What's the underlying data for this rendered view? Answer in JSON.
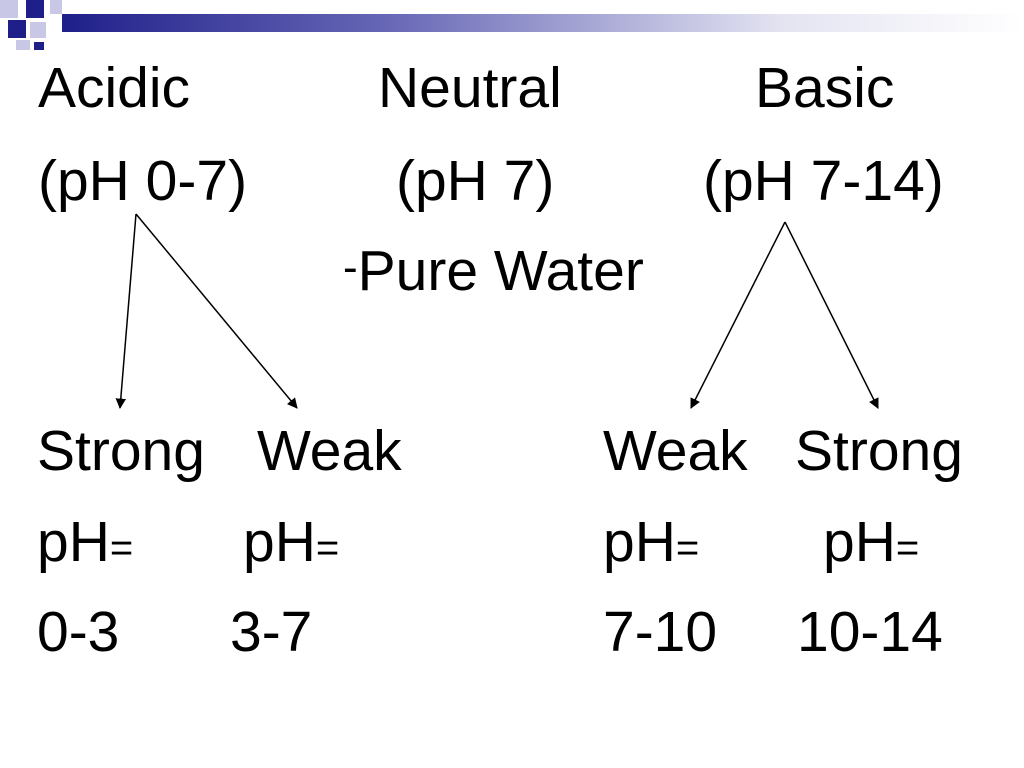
{
  "colors": {
    "header_dark": "#1f1f8a",
    "header_mid": "#6a6ab8",
    "header_light": "#f2f2f8",
    "square_dark": "#1f1f8a",
    "square_light": "#c8c8e6",
    "arrow": "#000000"
  },
  "header": {
    "acidic": "Acidic",
    "neutral": "Neutral",
    "basic": "Basic"
  },
  "ranges": {
    "acidic": "(pH 0-7)",
    "neutral": "(pH 7)",
    "basic": "(pH 7-14)"
  },
  "neutral_example": {
    "dash": "-",
    "text": "Pure Water"
  },
  "subcategories": {
    "acid_strong": {
      "label": "Strong",
      "ph": "pH",
      "eq": "=",
      "range": "0-3"
    },
    "acid_weak": {
      "label": "Weak",
      "ph": "pH",
      "eq": "=",
      "range": "3-7"
    },
    "base_weak": {
      "label": "Weak",
      "ph": "pH",
      "eq": "=",
      "range": "7-10"
    },
    "base_strong": {
      "label": "Strong",
      "ph": "pH",
      "eq": "=",
      "range": "10-14"
    }
  }
}
